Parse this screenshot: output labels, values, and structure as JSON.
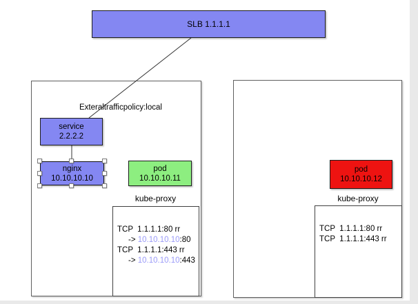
{
  "diagram": {
    "slb": {
      "label": "SLB 1.1.1.1"
    },
    "left_node": {
      "policy_label": "Exteraltrafficpolicy:local",
      "service": {
        "name": "service",
        "ip": "2.2.2.2"
      },
      "nginx": {
        "name": "nginx",
        "ip": "10.10.10.10"
      },
      "pod": {
        "name": "pod",
        "ip": "10.10.10.11"
      },
      "kube_proxy_label": "kube-proxy",
      "rules": [
        {
          "text": "TCP  1.1.1.1:80 rr"
        },
        {
          "arrow": "-> ",
          "ip": "10.10.10.10",
          "port": ":80"
        },
        {
          "text": "TCP  1.1.1.1:443 rr"
        },
        {
          "arrow": "-> ",
          "ip": "10.10.10.10",
          "port": ":443"
        }
      ]
    },
    "right_node": {
      "pod": {
        "name": "pod",
        "ip": "10.10.10.12"
      },
      "kube_proxy_label": "kube-proxy",
      "rules": [
        {
          "text": "TCP  1.1.1.1:80 rr"
        },
        {
          "text": "TCP  1.1.1.1:443 rr"
        }
      ]
    },
    "colors": {
      "node_purple": "#8487f2",
      "pod_green": "#8dee80",
      "pod_red": "#ee1311",
      "ip_highlight": "#9a9af8"
    }
  }
}
